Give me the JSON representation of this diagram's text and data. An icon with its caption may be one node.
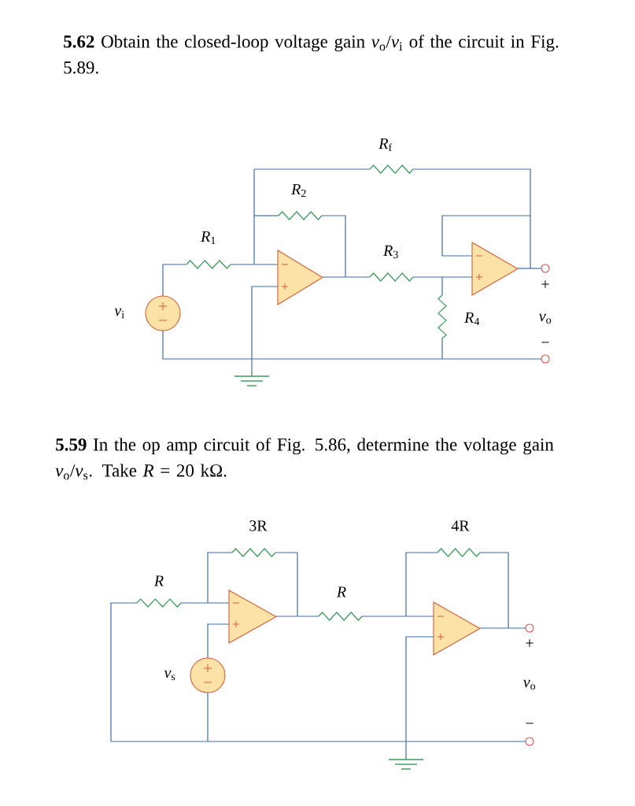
{
  "diagram": {
    "labels": [
      "**5.62** Obtain the closed-loop voltage gain *v*$_{o}$/*v*$_{i}$ of the circuit in Fig. 5.89.",
      "*R*$_{f}$",
      "*R*$_{2}$",
      "*R*$_{1}$",
      "*R*$_{3}$",
      "*v*$_{i}$",
      "*R*$_{4}$",
      "+",
      "*v*$_{o}$",
      "−",
      "**5.59** In the op amp circuit of Fig. 5.86, determine the voltage gain *v*$_{o}$/*v*$_{s}$. Take *R* = 20 kΩ.",
      "3R",
      "4R",
      "*R*",
      "*R*",
      "*v*$_{s}$",
      "+",
      "*v*$_{o}$",
      "−"
    ]
  }
}
